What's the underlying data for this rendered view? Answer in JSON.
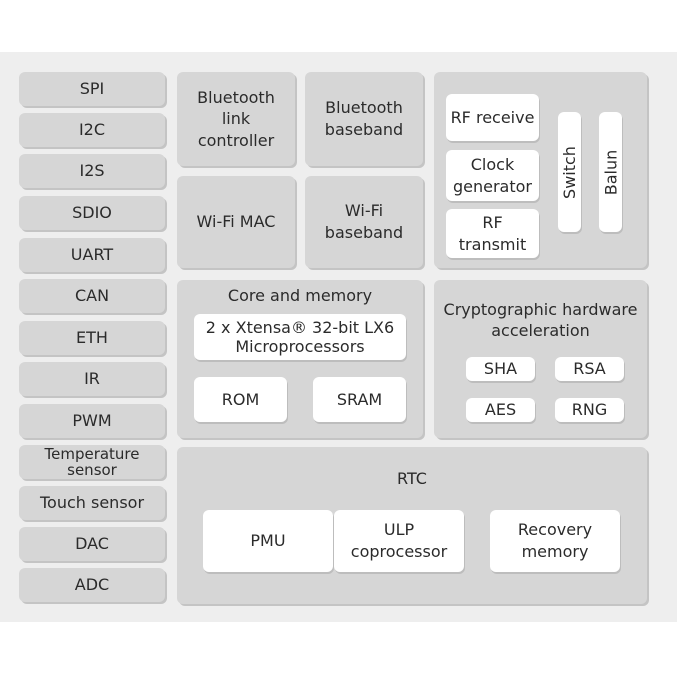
{
  "peripherals": [
    "SPI",
    "I2C",
    "I2S",
    "SDIO",
    "UART",
    "CAN",
    "ETH",
    "IR",
    "PWM",
    "Temperature\nsensor",
    "Touch sensor",
    "DAC",
    "ADC"
  ],
  "bluetooth_link_controller": "Bluetooth\nlink\ncontroller",
  "bluetooth_baseband": "Bluetooth\nbaseband",
  "wifi_mac": "Wi-Fi MAC",
  "wifi_baseband": "Wi-Fi\nbaseband",
  "rf": {
    "receive": "RF receive",
    "clock": "Clock\ngenerator",
    "transmit": "RF\ntransmit",
    "switch": "Switch",
    "balun": "Balun"
  },
  "core": {
    "title": "Core and memory",
    "cpu": "2 x Xtensa® 32-bit LX6\nMicroprocessors",
    "rom": "ROM",
    "sram": "SRAM"
  },
  "crypto": {
    "title": "Cryptographic hardware\nacceleration",
    "sha": "SHA",
    "rsa": "RSA",
    "aes": "AES",
    "rng": "RNG"
  },
  "rtc": {
    "title": "RTC",
    "pmu": "PMU",
    "ulp": "ULP\ncoprocessor",
    "recovery": "Recovery\nmemory"
  }
}
